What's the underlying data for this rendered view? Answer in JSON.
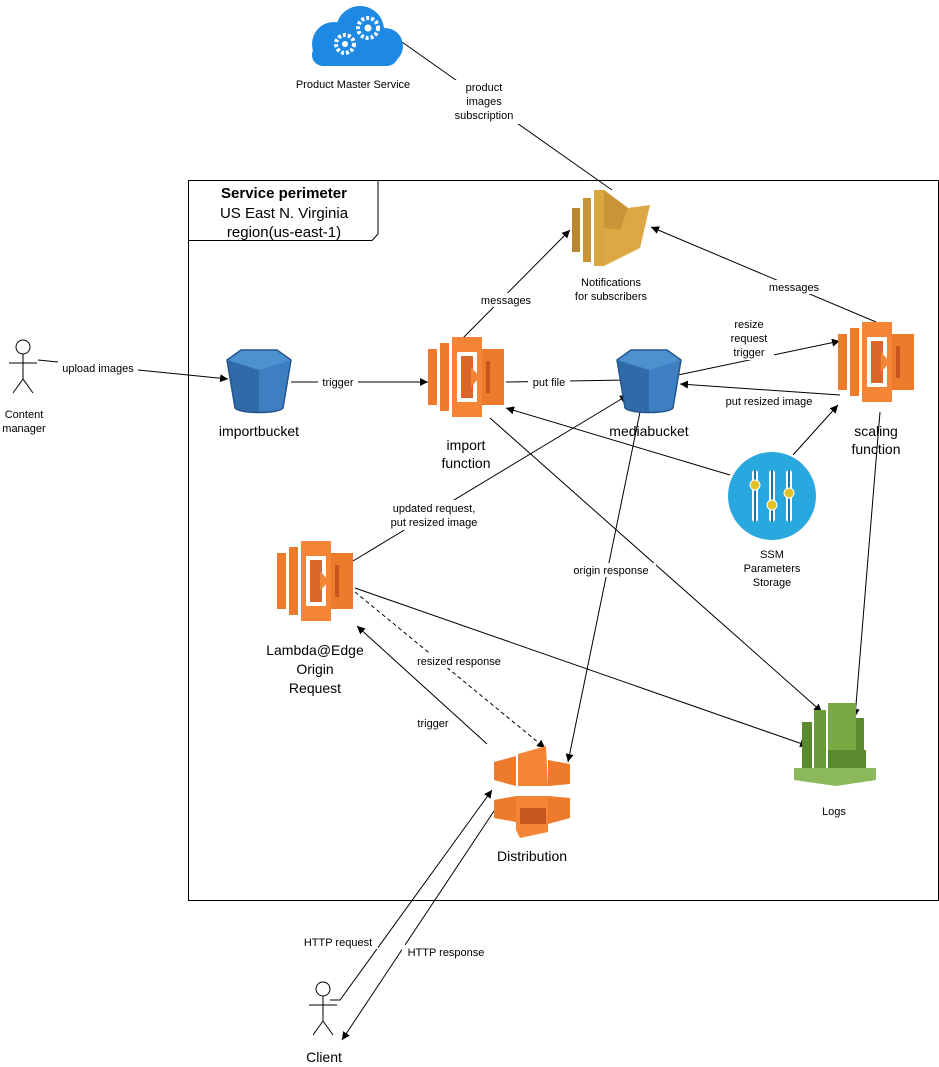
{
  "perimeter": {
    "title": "Service perimeter",
    "line1": "US East N. Virginia",
    "line2": "region(us-east-1)"
  },
  "nodes": {
    "product_master": {
      "label": "Product Master Service",
      "icon": "cloud-gears-icon",
      "color": "#1e88e5"
    },
    "notifications": {
      "line1": "Notifications",
      "line2": "for subscribers",
      "icon": "sns-icon",
      "color": "#d9a741"
    },
    "content_manager": {
      "line1": "Content",
      "line2": "manager",
      "icon": "actor-icon"
    },
    "importbucket": {
      "label": "importbucket",
      "icon": "s3-bucket-icon",
      "color": "#3d7fc1"
    },
    "import_function": {
      "line1": "import",
      "line2": "function",
      "icon": "lambda-icon",
      "color": "#ee7a2b"
    },
    "mediabucket": {
      "label": "mediabucket",
      "icon": "s3-bucket-icon",
      "color": "#3d7fc1"
    },
    "scaling_function": {
      "line1": "scaling",
      "line2": "function",
      "icon": "lambda-icon",
      "color": "#ee7a2b"
    },
    "ssm": {
      "line1": "SSM",
      "line2": "Parameters",
      "line3": "Storage",
      "icon": "ssm-sliders-icon",
      "color": "#29a8e0"
    },
    "lambda_edge": {
      "line1": "Lambda@Edge",
      "line2": "Origin",
      "line3": "Request",
      "icon": "lambda-icon",
      "color": "#ee7a2b"
    },
    "distribution": {
      "label": "Distribution",
      "icon": "cloudfront-icon",
      "color": "#ee7a2b"
    },
    "logs": {
      "label": "Logs",
      "icon": "cloudwatch-icon",
      "color": "#6b9a3a"
    },
    "client": {
      "label": "Client",
      "icon": "actor-icon"
    }
  },
  "edges": {
    "subscription": {
      "line1": "product",
      "line2": "images",
      "line3": "subscription"
    },
    "upload": "upload images",
    "trigger_import": "trigger",
    "put_file": "put file",
    "messages_import": "messages",
    "messages_scaling": "messages",
    "resize_request": {
      "line1": "resize",
      "line2": "request",
      "line3": "trigger"
    },
    "put_resized": "put resized image",
    "updated_request": {
      "line1": "updated request,",
      "line2": "put resized image"
    },
    "origin_response": "origin response",
    "resized_response": "resized response",
    "trigger_edge": "trigger",
    "http_request": "HTTP request",
    "http_response": "HTTP response"
  }
}
